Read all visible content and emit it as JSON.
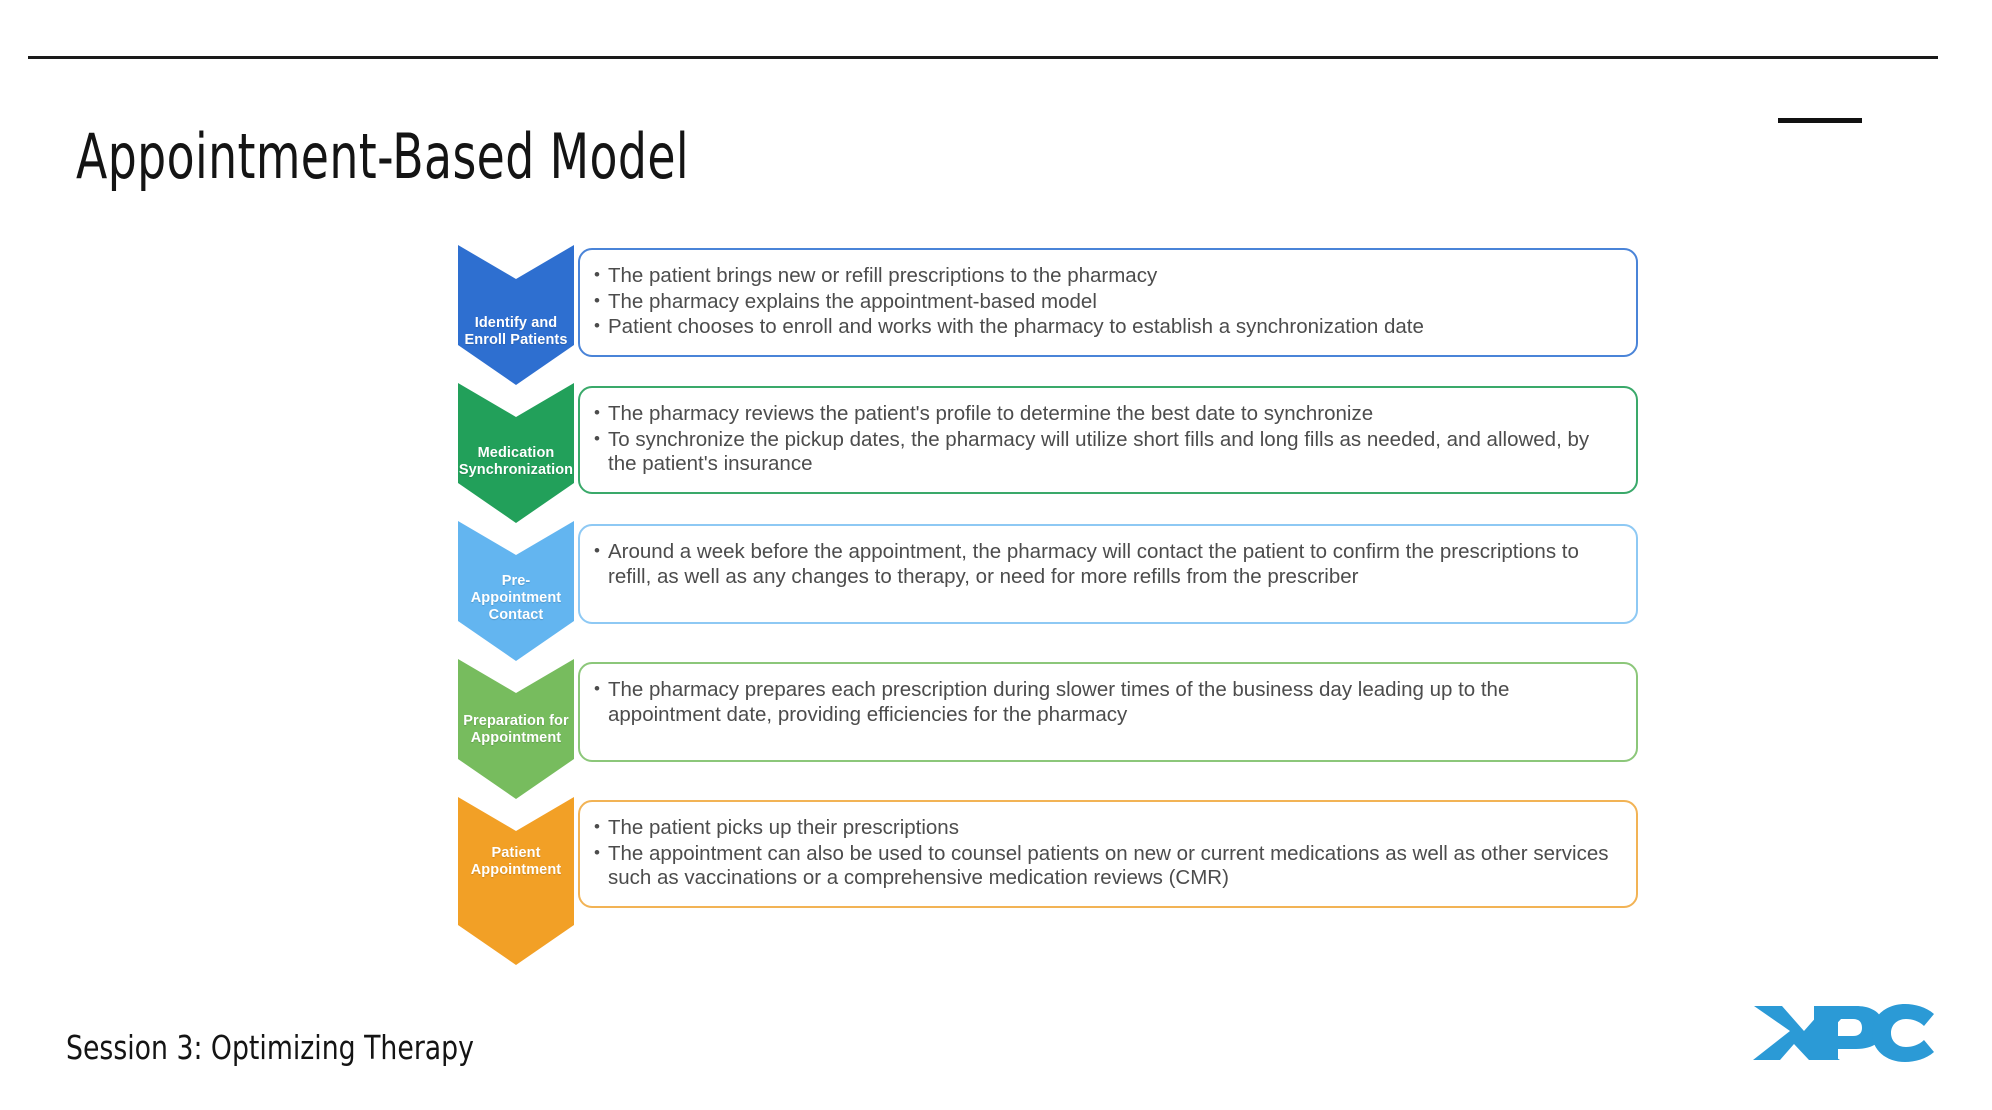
{
  "slide": {
    "title": "Appointment-Based Model",
    "footer": "Session 3: Optimizing Therapy",
    "logo_text": "XPC"
  },
  "theme": {
    "title_color": "#141414",
    "rule_color": "#1a1a1a",
    "logo_color": "#2b9ad6",
    "body_text_color": "#4c4c4c"
  },
  "process": {
    "steps": [
      {
        "label": "Identify and\nEnroll Patients",
        "label_line1": "Identify and",
        "label_line2": "Enroll Patients",
        "color": "#2E6FD0",
        "border_color": "#4a84d8",
        "bullets": [
          "The patient brings new or refill prescriptions to the pharmacy",
          "The pharmacy explains the appointment-based model",
          "Patient chooses to enroll and works with the pharmacy to establish a synchronization date"
        ]
      },
      {
        "label": "Medication\nSynchronization",
        "label_line1": "Medication",
        "label_line2": "Synchronization",
        "color": "#22A05A",
        "border_color": "#3aa96a",
        "bullets": [
          "The pharmacy reviews the patient's profile to determine the best date to synchronize",
          "To synchronize the pickup dates, the pharmacy will utilize short fills and long fills as needed, and allowed, by the patient's insurance"
        ]
      },
      {
        "label": "Pre-\nAppointment\nContact",
        "label_line1": "Pre-",
        "label_line2": "Appointment",
        "label_line3": "Contact",
        "color": "#63B5F0",
        "border_color": "#8ec9f4",
        "bullets": [
          "Around a week before the appointment, the pharmacy will contact the patient to confirm the prescriptions to refill, as well as any changes to therapy, or need for more refills from the prescriber"
        ]
      },
      {
        "label": "Preparation for\nAppointment",
        "label_line1": "Preparation for",
        "label_line2": "Appointment",
        "color": "#77BC5E",
        "border_color": "#8cc77a",
        "bullets": [
          "The pharmacy prepares each prescription during slower times of the business day leading up to the appointment date, providing efficiencies for the pharmacy"
        ]
      },
      {
        "label": "Patient\nAppointment",
        "label_line1": "Patient",
        "label_line2": "Appointment",
        "color": "#F2A026",
        "border_color": "#f2b355",
        "bullets": [
          "The patient picks up their prescriptions",
          "The appointment can also be used to counsel patients on new or current medications as well as other services such as vaccinations or a comprehensive medication reviews (CMR)"
        ]
      }
    ]
  }
}
